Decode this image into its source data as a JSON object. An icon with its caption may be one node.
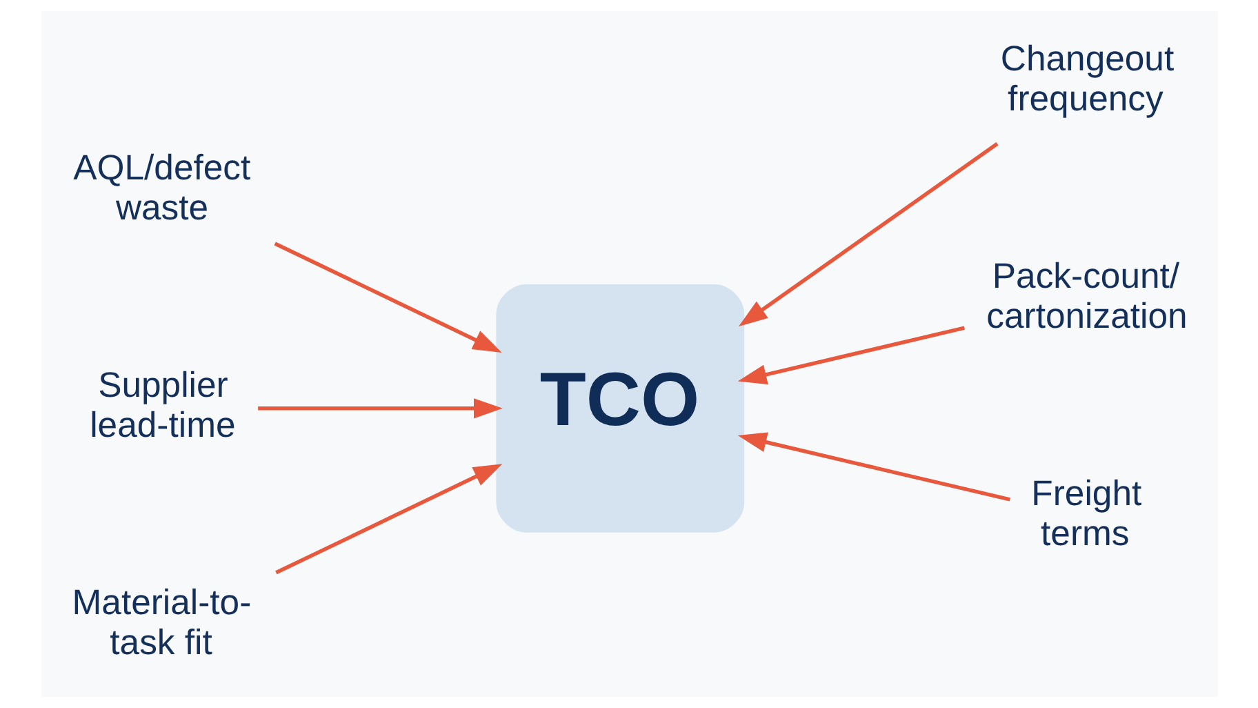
{
  "diagram": {
    "nodes": [
      {
        "text": [
          "AQL/defect waste"
        ]
      },
      {
        "text": [
          "Changeout frequency"
        ]
      },
      {
        "text": [
          "Supplier lead-time"
        ]
      },
      {
        "text": [
          "TCO"
        ]
      },
      {
        "text": [
          "Pack-count/ cartonization"
        ]
      },
      {
        "text": [
          "Material-to- task fit"
        ]
      },
      {
        "text": [
          "Freight terms"
        ]
      }
    ],
    "edges": [
      {
        "from": 0,
        "to": 3,
        "arrow": "to"
      },
      {
        "from": 1,
        "to": 3,
        "arrow": "to"
      },
      {
        "from": 2,
        "to": 3,
        "arrow": "to"
      },
      {
        "from": 4,
        "to": 3,
        "arrow": "to"
      },
      {
        "from": 5,
        "to": 3,
        "arrow": "to"
      },
      {
        "from": 6,
        "to": 3,
        "arrow": "to"
      }
    ]
  }
}
